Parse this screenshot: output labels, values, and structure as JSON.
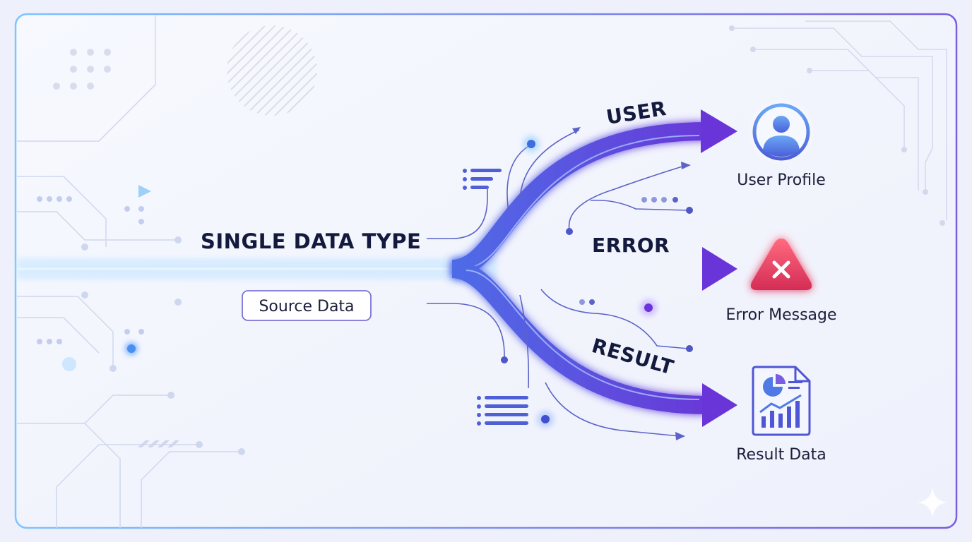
{
  "diagram": {
    "title": "SINGLE DATA TYPE",
    "source_label": "Source Data",
    "branches": [
      {
        "label": "USER",
        "output": "User Profile",
        "icon": "user-icon",
        "color": "#4f56d6"
      },
      {
        "label": "ERROR",
        "output": "Error Message",
        "icon": "error-icon",
        "color": "#e8415f"
      },
      {
        "label": "RESULT",
        "output": "Result Data",
        "icon": "chart-document-icon",
        "color": "#4f56d6"
      }
    ],
    "colors": {
      "stream_start": "#5fb8ff",
      "stream_mid": "#5b63e6",
      "stream_end": "#7a3fe0",
      "frame": "#8a7fe8"
    }
  }
}
